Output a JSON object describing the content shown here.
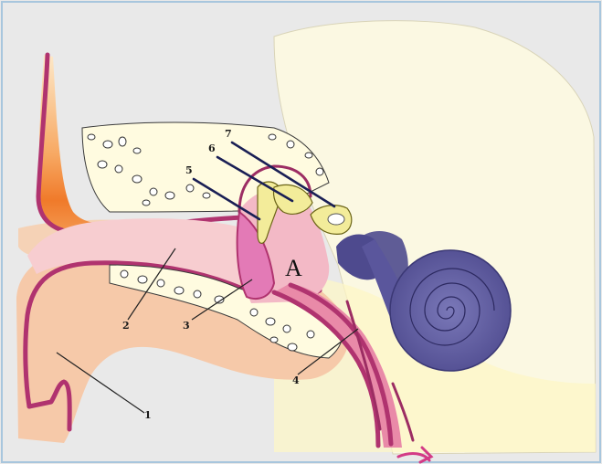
{
  "diagram": {
    "labels": [
      {
        "id": "1",
        "text": "1"
      },
      {
        "id": "2",
        "text": "2"
      },
      {
        "id": "3",
        "text": "3"
      },
      {
        "id": "4",
        "text": "4"
      },
      {
        "id": "5",
        "text": "5"
      },
      {
        "id": "6",
        "text": "6"
      },
      {
        "id": "7",
        "text": "7"
      },
      {
        "id": "A",
        "text": "A"
      }
    ]
  },
  "colors": {
    "background": "#ececec",
    "head_tissue": "#fbf8e2",
    "skin_peach": "#f6c9a9",
    "canal_pink": "#f7cdd0",
    "cartilage_wall": "#b0336f",
    "bone_yellow": "#fffbe0",
    "ossicle_yellow": "#f3ec9a",
    "cochlea_purple": "#5d5a9e",
    "eardrum_pink": "#e37ab6"
  }
}
